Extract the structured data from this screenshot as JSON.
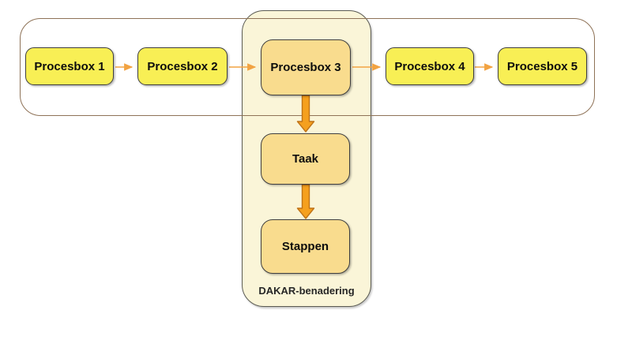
{
  "diagram": {
    "boxes": {
      "procesbox1": "Procesbox 1",
      "procesbox2": "Procesbox 2",
      "procesbox3": "Procesbox 3",
      "procesbox4": "Procesbox 4",
      "procesbox5": "Procesbox 5",
      "taak": "Taak",
      "stappen": "Stappen"
    },
    "dakar_label": "DAKAR-benadering",
    "colors": {
      "process_box_fill": "#F8EF55",
      "dakar_box_fill": "#F9DC8E",
      "dakar_container_fill": "#FAF5D8",
      "dakar_container_border": "#5a5a52",
      "process_container_border": "#8E7257",
      "box_border": "#3F3F3F",
      "thin_arrow": "#F2A342",
      "thick_arrow_fill": "#F5A01E",
      "thick_arrow_border": "#C07317"
    }
  }
}
